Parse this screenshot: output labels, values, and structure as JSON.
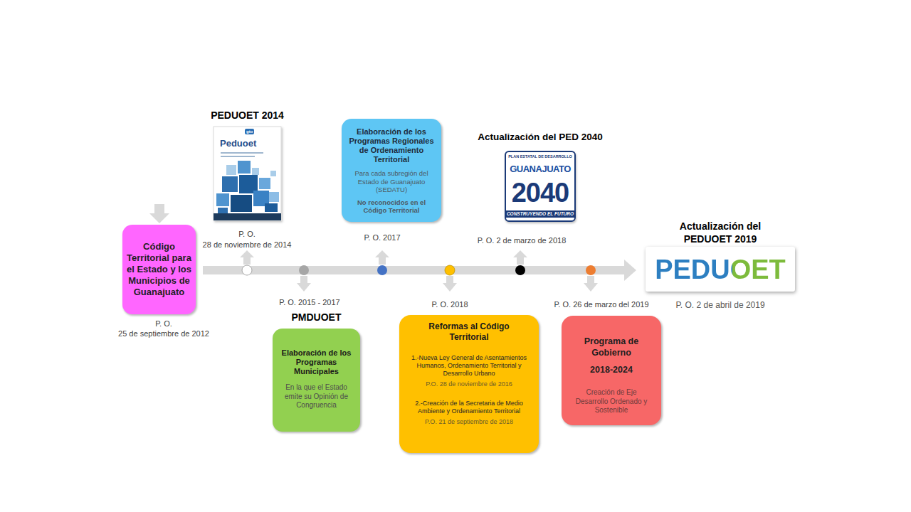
{
  "diagram": {
    "nodes": [
      {
        "text": [
          "Código Territorial para el Estado y los Municipios de Guanajuato"
        ]
      },
      {
        "text": [
          "PEDUOET 2014",
          "gto",
          "Peduoet"
        ]
      },
      {
        "text": [
          "PMDUOET",
          "Elaboración de los Programas Municipales",
          "En la que el Estado emite su Opinión de Congruencia"
        ]
      },
      {
        "text": [
          "Elaboración de los Programas Regionales de Ordenamiento Territorial",
          "Para cada subregión del Estado de Guanajuato (SEDATU)",
          "No reconocidos en el Código Territorial"
        ]
      },
      {
        "text": [
          "Reformas al Código Territorial",
          "1.-Nueva Ley General de Asentamientos Humanos, Ordenamiento Territorial y Desarrollo Urbano",
          "P.O. 28 de noviembre de 2016",
          "2.-Creación de la Secretaria de Medio Ambiente y Ordenamiento Territorial",
          "P.O. 21 de septiembre de 2018"
        ]
      },
      {
        "text": [
          "Actualización del PED 2040",
          "PLAN ESTATAL DE DESARROLLO",
          "GUANAJUATO",
          "2040",
          "CONSTRUYENDO EL FUTURO"
        ]
      },
      {
        "text": [
          "Programa de Gobierno",
          "2018-2024",
          "Creación de Eje Desarrollo Ordenado y Sostenible"
        ]
      },
      {
        "text": [
          "Actualización del PEDUOET 2019",
          "PEDUOET"
        ]
      }
    ],
    "labels": [
      "P. O.",
      "25 de septiembre de 2012",
      "P. O.",
      "28 de noviembre de 2014",
      "P. O. 2015 - 2017",
      "P. O. 2017",
      "P. O. 2018",
      "P. O. 2 de marzo de 2018",
      "P. O. 26 de marzo del 2019",
      "P. O. 2 de abril de 2019"
    ]
  }
}
